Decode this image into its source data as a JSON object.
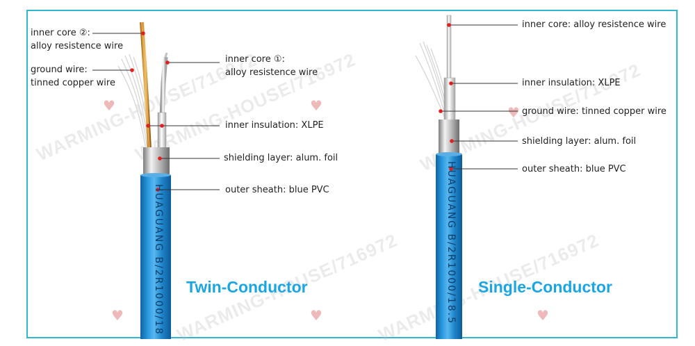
{
  "twin": {
    "title": "Twin-Conductor",
    "cable_print": "HUAGUANG B/2R1000/18",
    "labels": {
      "inner_core_2_a": "inner core ②:",
      "inner_core_2_b": "alloy resistence wire",
      "ground_a": "ground wire:",
      "ground_b": "tinned copper wire",
      "inner_core_1_a": "inner core ①:",
      "inner_core_1_b": "alloy resistence wire",
      "insulation": "inner insulation: XLPE",
      "shielding": "shielding layer: alum. foil",
      "sheath": "outer sheath: blue PVC"
    }
  },
  "single": {
    "title": "Single-Conductor",
    "cable_print": "HUAGUANG B/2R1000/18.5",
    "labels": {
      "inner_core": "inner core: alloy resistence wire",
      "insulation": "inner insulation: XLPE",
      "ground": "ground wire: tinned copper wire",
      "shielding": "shielding layer: alum. foil",
      "sheath": "outer sheath: blue PVC"
    }
  },
  "watermark": {
    "text": "WARMING-HOUSE/716972"
  },
  "colors": {
    "border": "#2fb7cf",
    "title": "#1aa6e4",
    "sheath": "#1e86c8",
    "pointer": "#e02020"
  }
}
